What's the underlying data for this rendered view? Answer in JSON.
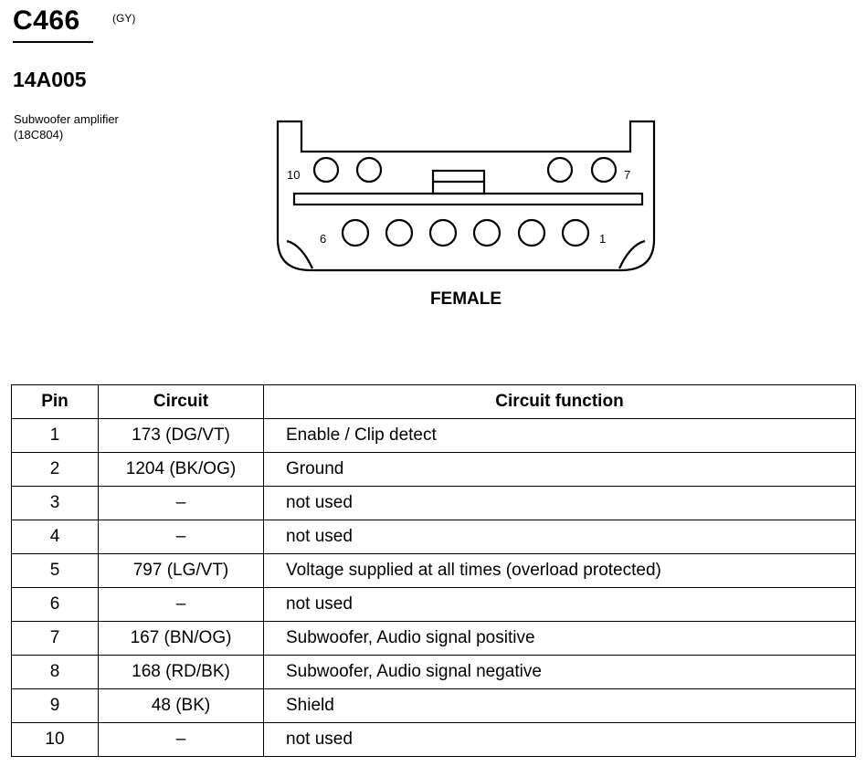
{
  "header": {
    "connector_id": "C466",
    "connector_color": "(GY)",
    "part_number": "14A005",
    "component_name": "Subwoofer amplifier",
    "component_part": "(18C804)"
  },
  "diagram": {
    "view_label": "FEMALE",
    "pin_labels": {
      "top_left": "10",
      "top_right": "7",
      "bottom_left": "6",
      "bottom_right": "1"
    }
  },
  "table": {
    "headers": [
      "Pin",
      "Circuit",
      "Circuit function"
    ],
    "rows": [
      {
        "pin": "1",
        "circuit": "173 (DG/VT)",
        "function": "Enable / Clip detect"
      },
      {
        "pin": "2",
        "circuit": "1204 (BK/OG)",
        "function": "Ground"
      },
      {
        "pin": "3",
        "circuit": "–",
        "function": "not used"
      },
      {
        "pin": "4",
        "circuit": "–",
        "function": "not used"
      },
      {
        "pin": "5",
        "circuit": "797 (LG/VT)",
        "function": "Voltage supplied at all times (overload protected)"
      },
      {
        "pin": "6",
        "circuit": "–",
        "function": "not used"
      },
      {
        "pin": "7",
        "circuit": "167 (BN/OG)",
        "function": "Subwoofer, Audio signal positive"
      },
      {
        "pin": "8",
        "circuit": "168 (RD/BK)",
        "function": "Subwoofer, Audio signal negative"
      },
      {
        "pin": "9",
        "circuit": "48 (BK)",
        "function": "Shield"
      },
      {
        "pin": "10",
        "circuit": "–",
        "function": "not used"
      }
    ]
  }
}
